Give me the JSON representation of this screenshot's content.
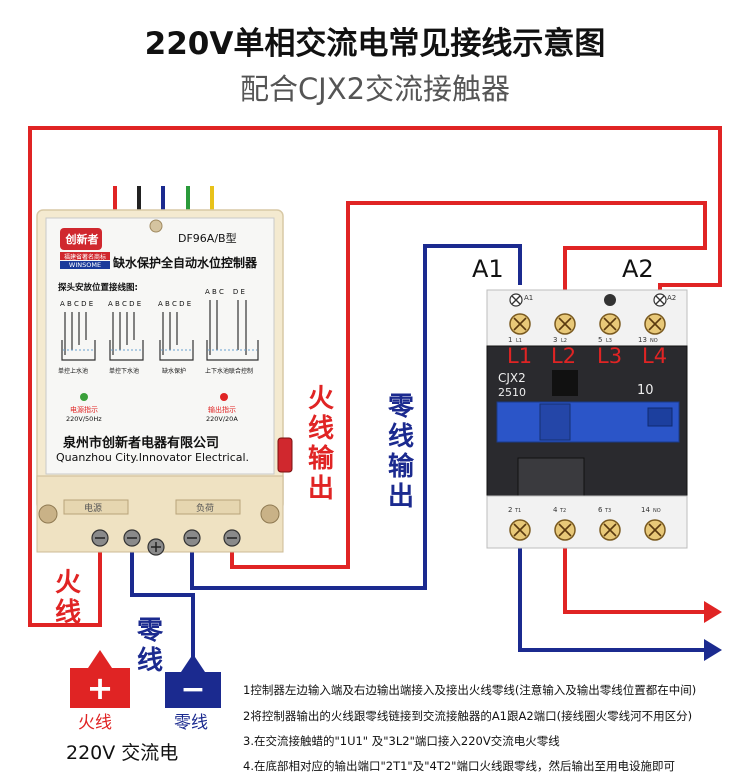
{
  "title": "220V单相交流电常见接线示意图",
  "subtitle": "配合CJX2交流接触器",
  "colors": {
    "live": "#e02424",
    "neutral": "#1b2a8f"
  },
  "controller": {
    "brand_cn": "创新者",
    "brand_line": "福建省著名商标",
    "brand_en": "WINSOME",
    "model": "DF96A/B型",
    "name": "缺水保护全自动水位控制器",
    "probe_title": "探头安放位置接线图:",
    "probe_letters_1": "A B C D E",
    "probe_letters_2": "A B C D E",
    "probe_letters_3": "A B C D E",
    "probe_letters_4": "A B C    D E",
    "diagram_labels": [
      "单控上水池",
      "单控下水池",
      "缺水保护",
      "上下水池联合控制"
    ],
    "power_indicator": "电源指示",
    "power_spec": "220V/50Hz",
    "output_indicator": "输出指示",
    "output_spec": "220V/20A",
    "company_cn": "泉州市创新者电器有限公司",
    "company_en": "Quanzhou City.Innovator Electrical.",
    "terminal_power": "电源",
    "terminal_load": "负荷"
  },
  "contactor": {
    "coil_a1": "A1",
    "coil_a2": "A2",
    "small_a1": "A1",
    "small_a2": "A2",
    "top_terminals": [
      "1",
      "3",
      "5",
      "13"
    ],
    "top_sub": [
      "L1",
      "L2",
      "L3",
      "NO"
    ],
    "line_labels": [
      "L1",
      "L2",
      "L3",
      "L4"
    ],
    "model": "CJX2",
    "rating": "2510",
    "aux": "10",
    "bottom_terminals": [
      "2",
      "4",
      "6",
      "14"
    ],
    "bottom_sub": [
      "T1",
      "T2",
      "T3",
      "NO"
    ]
  },
  "labels": {
    "live_out": "火线输出",
    "neutral_out": "零线输出",
    "live_in": "火线",
    "neutral_in": "零线"
  },
  "source": {
    "plus": "+",
    "minus": "−",
    "live": "火线",
    "neutral": "零线",
    "ac": "220V 交流电"
  },
  "notes": [
    "1控制器左边输入端及右边输出端接入及接出火线零线(注意输入及输出零线位置都在中间)",
    "2将控制器输出的火线跟零线链接到交流接触器的A1跟A2端口(接线圈火零线河不用区分)",
    "3.在交流接触蜡的\"1U1\"  及\"3L2\"端口接入220V交流电火零线",
    "4.在底部相对应的输出端口\"2T1\"及\"4T2\"端口火线跟零线，然后输出至用电设施即可"
  ]
}
